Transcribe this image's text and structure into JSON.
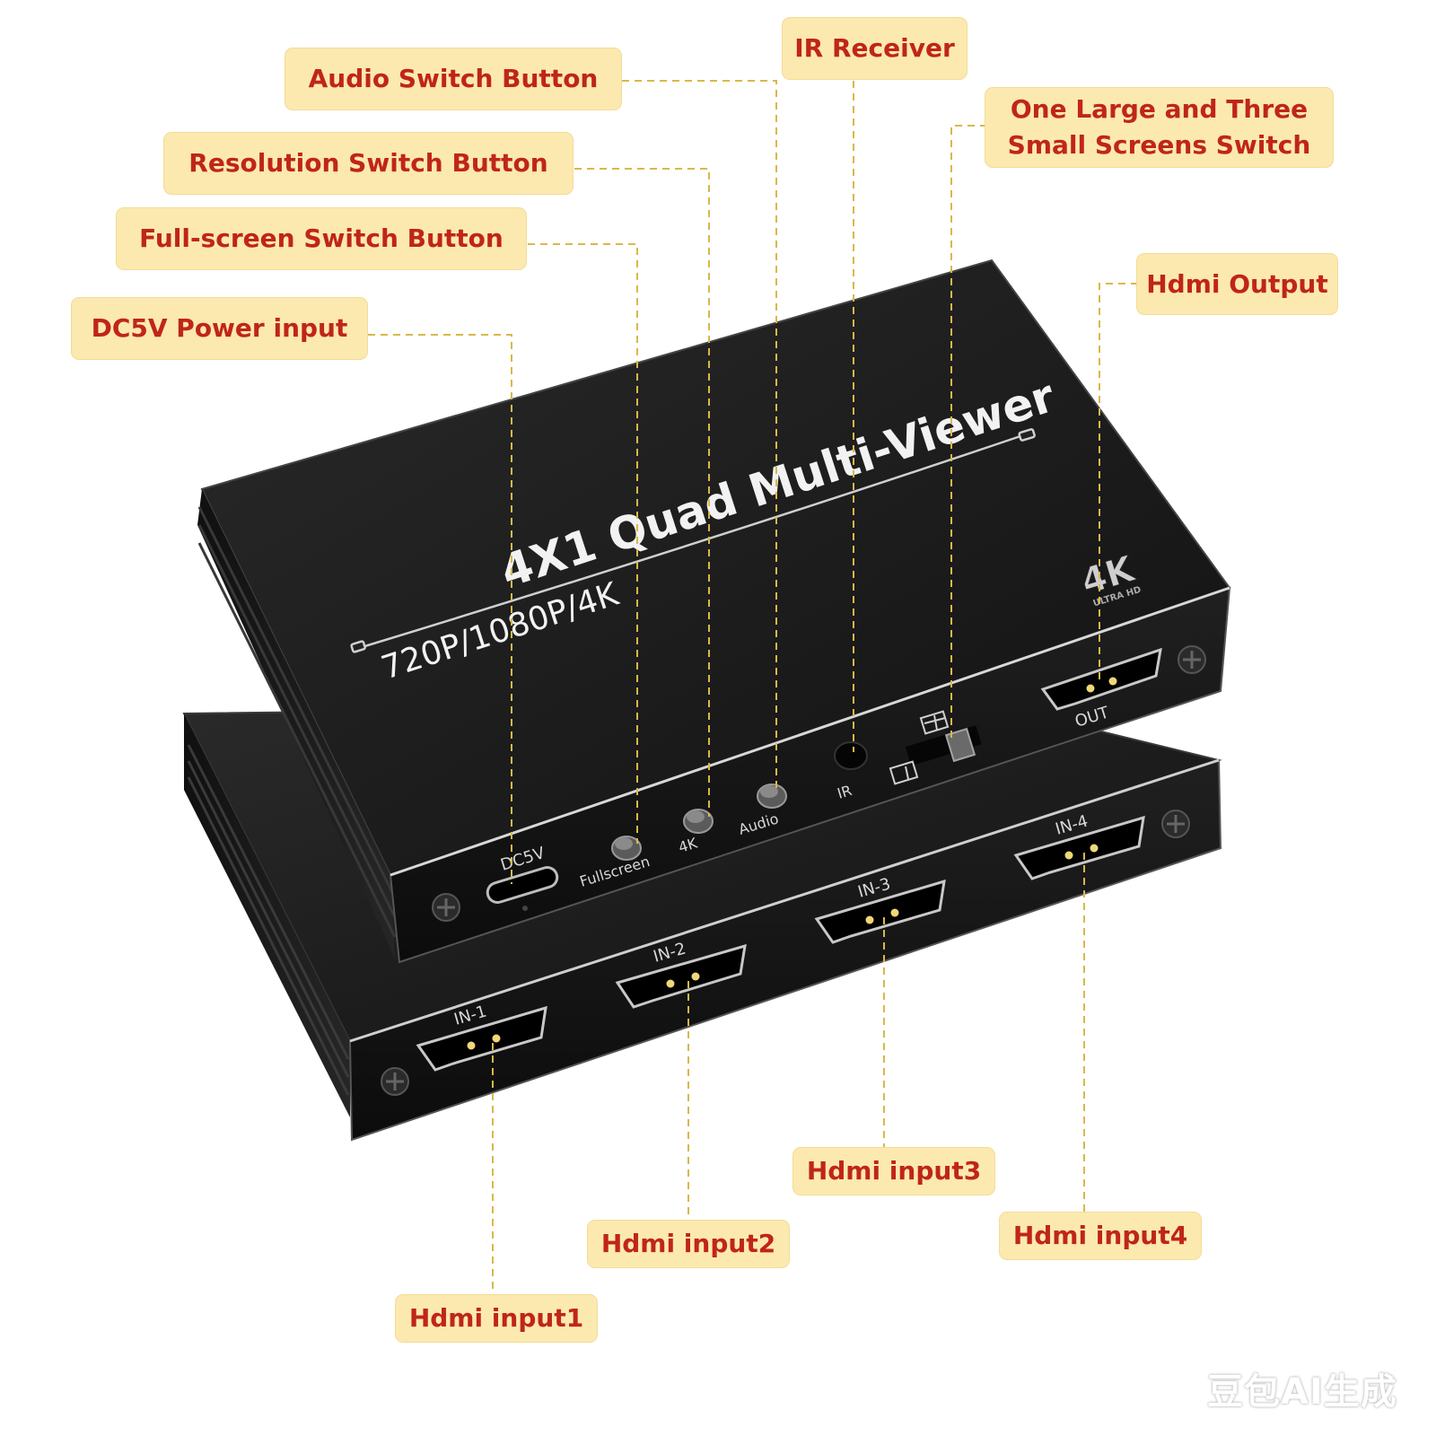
{
  "device": {
    "title": "4X1 Quad Multi-Viewer",
    "subtitle": "720P/1080P/4K",
    "badge_big": "4K",
    "badge_small": "ULTRA HD",
    "top_ports": {
      "power": "DC5V",
      "fullscreen": "Fullscreen",
      "resolution": "4K",
      "audio": "Audio",
      "ir": "IR",
      "output": "OUT"
    },
    "bottom_ports": [
      "IN-1",
      "IN-2",
      "IN-3",
      "IN-4"
    ]
  },
  "callouts": {
    "audio_switch": "Audio Switch Button",
    "ir_receiver": "IR Receiver",
    "large_small_switch": "One Large and Three\nSmall Screens Switch",
    "resolution_switch": "Resolution Switch Button",
    "fullscreen_switch": "Full-screen Switch Button",
    "hdmi_output": "Hdmi Output",
    "power_input": "DC5V Power input",
    "hdmi_input1": "Hdmi input1",
    "hdmi_input2": "Hdmi input2",
    "hdmi_input3": "Hdmi input3",
    "hdmi_input4": "Hdmi input4"
  },
  "watermark": "豆包AI生成",
  "colors": {
    "callout_bg": "#fbe9b0",
    "callout_text": "#c0251a",
    "leader_line": "#d9b84a",
    "device_body": "#1a1a1a"
  }
}
